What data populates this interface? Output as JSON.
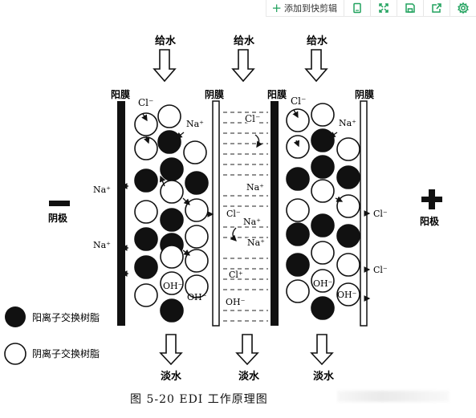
{
  "toolbar": {
    "add_label": "添加到快剪辑",
    "icons": [
      "add-icon",
      "copy-icon",
      "fullscreen-icon",
      "save-icon",
      "share-icon",
      "settings-icon"
    ],
    "accent": "#21a25e"
  },
  "diagram": {
    "water_in": "给水",
    "water_out": "淡水",
    "cathode_membrane": "阳膜",
    "anion_membrane": "阴膜",
    "cathode": "阴极",
    "anode": "阳极",
    "ion_cl": "Cl⁻",
    "ion_cl_plus": "Cl⁺",
    "ion_na": "Na⁺",
    "ion_oh": "OH⁻",
    "legend_cation": "阳离子交换树脂",
    "legend_anion": "阴离子交换树脂"
  },
  "caption": "图 5-20   EDI 工作原理图"
}
